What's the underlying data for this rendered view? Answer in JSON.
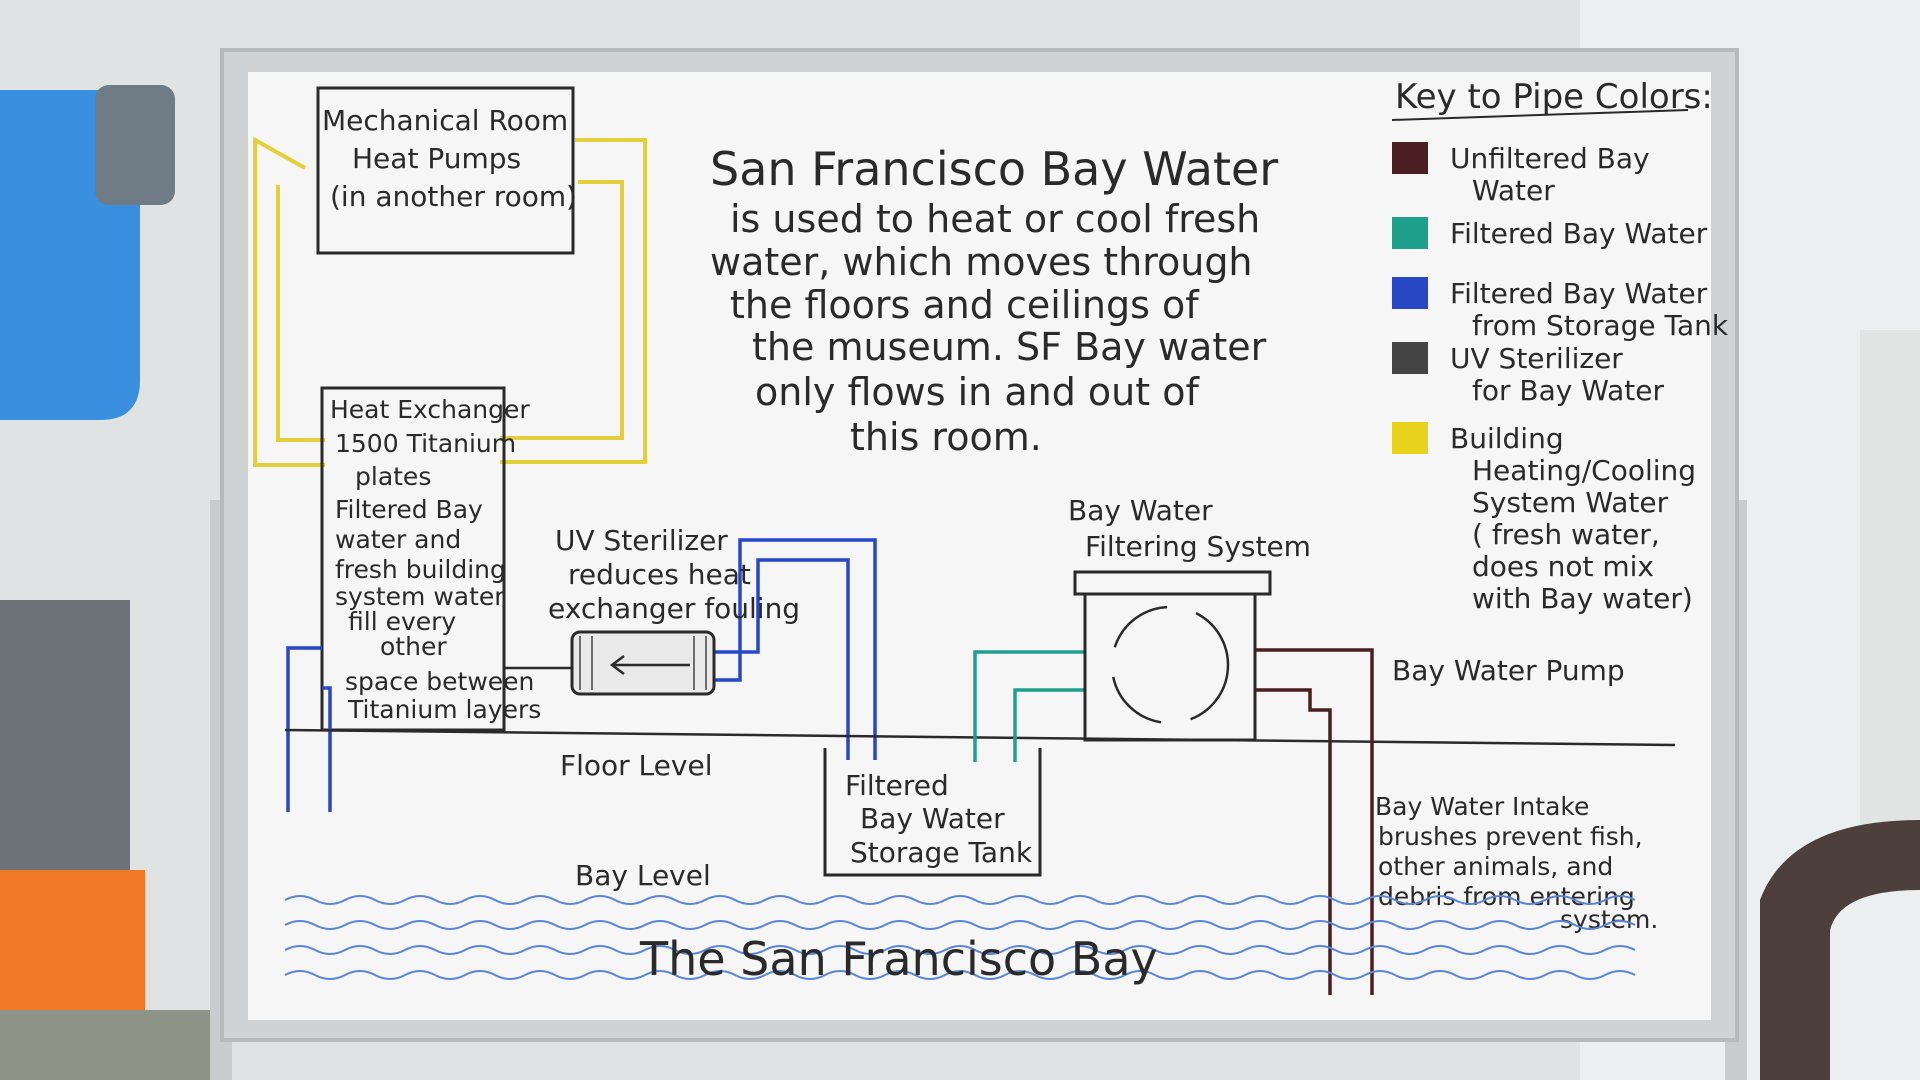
{
  "diagram": {
    "mechanical_room": [
      "Mechanical Room",
      "Heat Pumps",
      "(in another room)"
    ],
    "description": [
      "San Francisco Bay Water",
      "is used to heat or cool fresh",
      "water, which moves through",
      "the floors and ceilings of",
      "the museum. SF Bay water",
      "only flows  in and out of",
      "this room."
    ],
    "heat_exchanger": [
      "Heat Exchanger",
      "1500 Titanium",
      "plates",
      "Filtered Bay",
      "water and",
      "fresh building",
      "system water",
      "fill every",
      "other"
    ],
    "space_between": [
      "space between",
      "Titanium layers"
    ],
    "uv_sterilizer": [
      "UV Sterilizer",
      "reduces heat",
      "exchanger fouling"
    ],
    "filtering_system": [
      "Bay Water",
      "Filtering System"
    ],
    "pump": "Bay Water Pump",
    "storage_tank": [
      "Filtered",
      "Bay Water",
      "Storage Tank"
    ],
    "floor_level": "Floor Level",
    "bay_level": "Bay Level",
    "bay_name": "The San Francisco Bay",
    "intake": [
      "Bay Water Intake",
      "brushes prevent fish,",
      "other animals, and",
      "debris from entering",
      "system."
    ]
  },
  "key": {
    "title": "Key to Pipe Colors:",
    "items": [
      {
        "color": "#4a1e22",
        "label": [
          "Unfiltered Bay",
          "Water"
        ]
      },
      {
        "color": "#1fa08c",
        "label": [
          "Filtered Bay Water"
        ]
      },
      {
        "color": "#2747c4",
        "label": [
          "Filtered Bay Water",
          "from Storage Tank"
        ]
      },
      {
        "color": "#444444",
        "label": [
          "UV Sterilizer",
          "for Bay Water"
        ]
      },
      {
        "color": "#e8d21c",
        "label": [
          "Building",
          "Heating/Cooling",
          "System Water",
          "( fresh water,",
          "does not mix",
          "with Bay water)"
        ]
      }
    ]
  },
  "colors": {
    "unfiltered": "#4a1e22",
    "filtered": "#1fa08c",
    "storage": "#2747c4",
    "building": "#e2cf3a",
    "water": "#5b86d8",
    "marker": "#2a2a2a"
  }
}
